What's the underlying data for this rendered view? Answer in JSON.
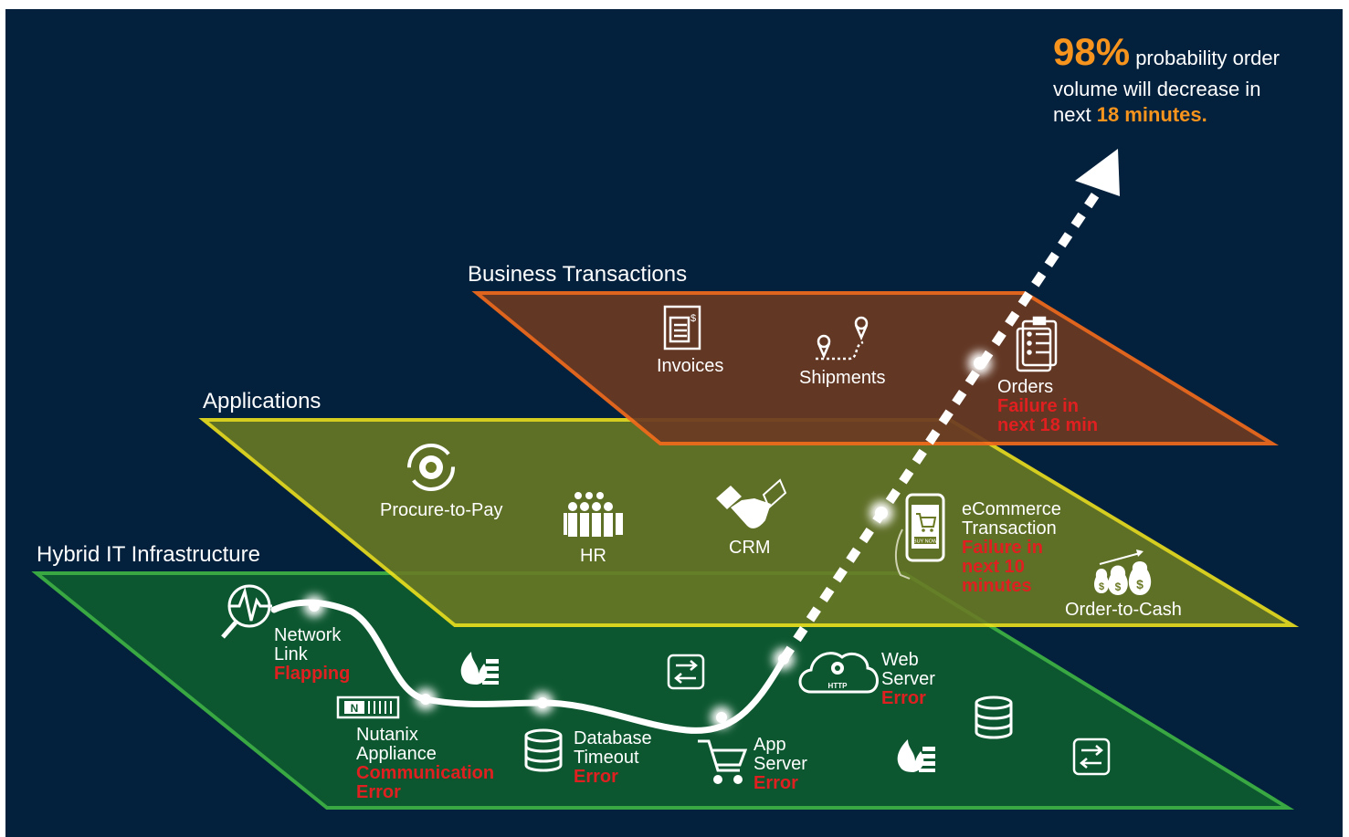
{
  "headline": {
    "percent": "98%",
    "line1": "probability order",
    "line2": "volume will decrease in",
    "line3_prefix": "next",
    "line3_highlight": "18 minutes."
  },
  "layers": {
    "business": {
      "title": "Business Transactions",
      "items": {
        "invoices": "Invoices",
        "shipments": "Shipments",
        "orders": "Orders",
        "orders_alert": [
          "Failure in",
          "next 18 min"
        ]
      }
    },
    "applications": {
      "title": "Applications",
      "items": {
        "procure": "Procure-to-Pay",
        "hr": "HR",
        "crm": "CRM",
        "ecommerce": [
          "eCommerce",
          "Transaction"
        ],
        "ecommerce_alert": [
          "Failure in",
          "next 10",
          "minutes"
        ],
        "order_to_cash": "Order-to-Cash"
      }
    },
    "infrastructure": {
      "title": "Hybrid  IT Infrastructure",
      "items": {
        "network": [
          "Network",
          "Link"
        ],
        "network_alert": "Flapping",
        "nutanix": [
          "Nutanix",
          "Appliance"
        ],
        "nutanix_alert": [
          "Communication",
          "Error"
        ],
        "database": [
          "Database",
          "Timeout"
        ],
        "database_alert": "Error",
        "app_server": [
          "App",
          "Server"
        ],
        "app_server_alert": "Error",
        "web_server": [
          "Web",
          "Server"
        ],
        "web_server_alert": "Error",
        "http_badge": "HTTP",
        "buy_now_badge": "BUY NOW"
      }
    }
  },
  "colors": {
    "background": "#03203c",
    "business_fill": "#6b3a23",
    "business_border": "#f26a1b",
    "applications_fill": "#6b7a24",
    "applications_border": "#f3e51d",
    "infrastructure_fill": "#0d5a30",
    "infrastructure_border": "#3cb043",
    "alert": "#e02020",
    "highlight": "#f7941d"
  },
  "icons": [
    "invoice-icon",
    "map-pin-route-icon",
    "clipboard-icon",
    "gear-cycle-icon",
    "people-group-icon",
    "handshake-icon",
    "mobile-cart-icon",
    "money-bags-icon",
    "network-pulse-icon",
    "nutanix-appliance-icon",
    "firewall-icon",
    "switch-icon",
    "database-icon",
    "cart-icon",
    "cloud-http-icon"
  ]
}
